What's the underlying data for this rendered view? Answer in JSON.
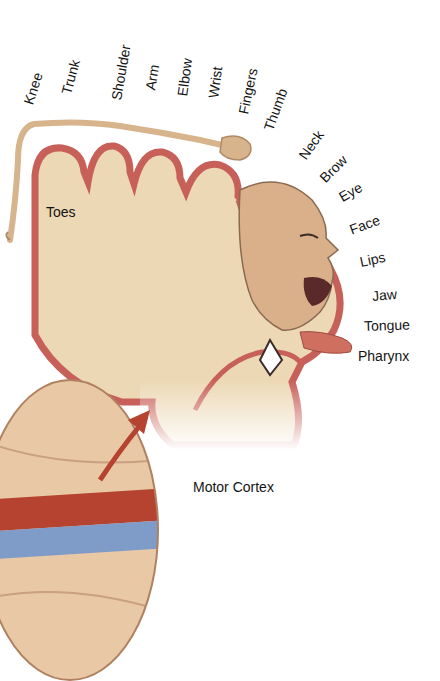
{
  "diagram": {
    "caption": "Motor Cortex",
    "labels": [
      "Knee",
      "Trunk",
      "Shoulder",
      "Arm",
      "Elbow",
      "Wrist",
      "Fingers",
      "Thumb",
      "Neck",
      "Brow",
      "Eye",
      "Face",
      "Lips",
      "Jaw",
      "Tongue",
      "Pharynx",
      "Toes"
    ]
  }
}
